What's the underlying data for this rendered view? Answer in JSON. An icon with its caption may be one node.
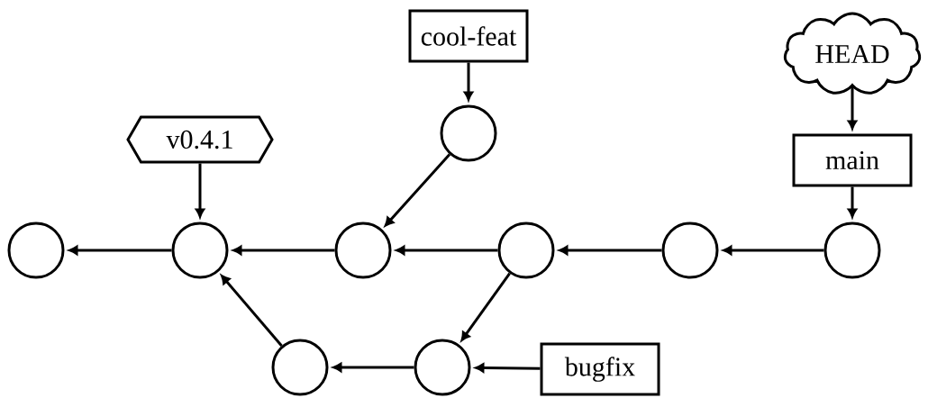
{
  "diagram": {
    "nodes": [
      {
        "text": [
          "cool-feat"
        ]
      },
      {
        "text": [
          "HEAD"
        ]
      },
      {
        "text": [],
        "shape": "circle"
      },
      {
        "text": [
          "v0.4.1"
        ]
      },
      {
        "text": [
          "main"
        ]
      },
      {
        "text": [],
        "shape": "circle"
      },
      {
        "text": [],
        "shape": "circle"
      },
      {
        "text": [],
        "shape": "circle"
      },
      {
        "text": [],
        "shape": "circle"
      },
      {
        "text": [],
        "shape": "circle"
      },
      {
        "text": [],
        "shape": "circle"
      },
      {
        "text": [],
        "shape": "circle"
      },
      {
        "text": [],
        "shape": "circle"
      },
      {
        "text": [
          "bugfix"
        ]
      }
    ],
    "edges": [
      {
        "from": 0,
        "to": 2,
        "arrow": "to"
      },
      {
        "from": 1,
        "to": 4,
        "arrow": "to"
      },
      {
        "from": 3,
        "to": 6,
        "arrow": "to"
      },
      {
        "from": 4,
        "to": 10,
        "arrow": "to"
      },
      {
        "from": 2,
        "to": 7,
        "arrow": "to"
      },
      {
        "from": 6,
        "to": 5,
        "arrow": "to"
      },
      {
        "from": 7,
        "to": 6,
        "arrow": "to"
      },
      {
        "from": 8,
        "to": 7,
        "arrow": "to"
      },
      {
        "from": 9,
        "to": 8,
        "arrow": "to"
      },
      {
        "from": 10,
        "to": 9,
        "arrow": "to"
      },
      {
        "from": 8,
        "to": 12,
        "arrow": "to"
      },
      {
        "from": 12,
        "to": 11,
        "arrow": "to"
      },
      {
        "from": 11,
        "to": 6,
        "arrow": "to"
      },
      {
        "from": 13,
        "to": 12,
        "arrow": "to"
      }
    ]
  }
}
